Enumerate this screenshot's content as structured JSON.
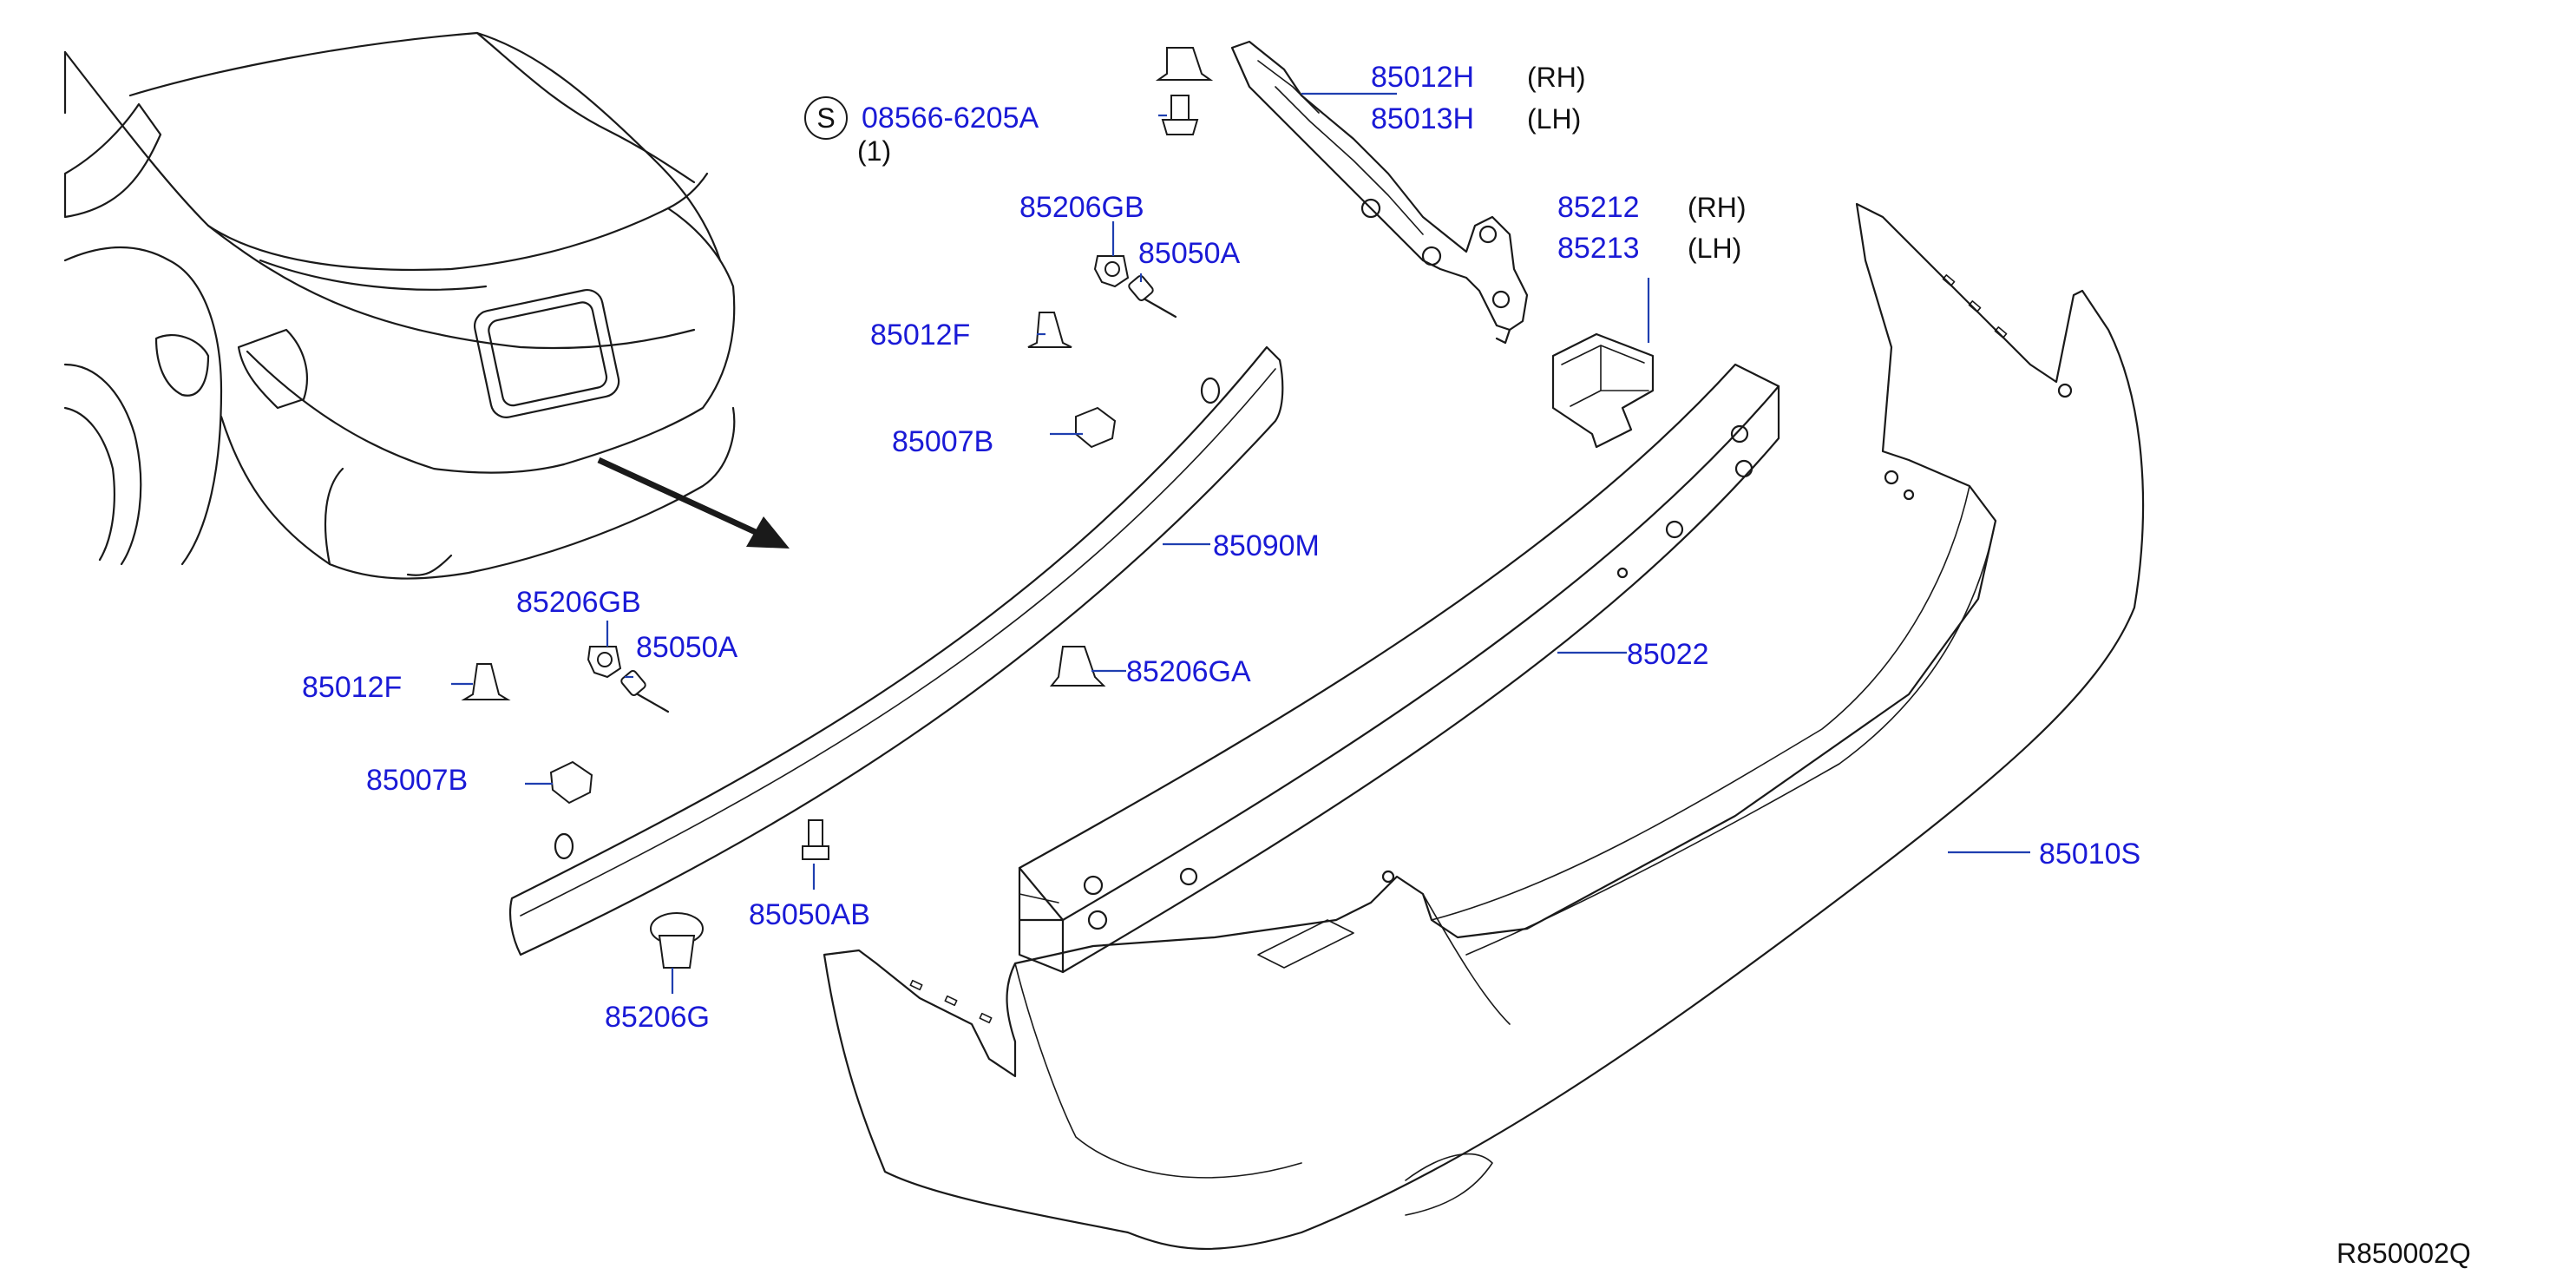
{
  "diagram_id": "R850002Q",
  "screw": {
    "symbol": "S",
    "part": "08566-6205A",
    "qty": "(1)"
  },
  "labels": {
    "p85012H": "85012H",
    "rh1": "(RH)",
    "p85013H": "85013H",
    "lh1": "(LH)",
    "p85212": "85212",
    "rh2": "(RH)",
    "p85213": "85213",
    "lh2": "(LH)",
    "p85206GB_top": "85206GB",
    "p85050A_top": "85050A",
    "p85012F_top": "85012F",
    "p85007B_top": "85007B",
    "p85090M": "85090M",
    "p85206GB_left": "85206GB",
    "p85050A_left": "85050A",
    "p85012F_left": "85012F",
    "p85007B_left": "85007B",
    "p85206GA": "85206GA",
    "p85022": "85022",
    "p85050AB": "85050AB",
    "p85206G": "85206G",
    "p85010S": "85010S"
  },
  "colors": {
    "part_label": "#1a1ad6",
    "leader": "#1f3fb0",
    "line": "#1a1a1a",
    "text": "#111111"
  }
}
